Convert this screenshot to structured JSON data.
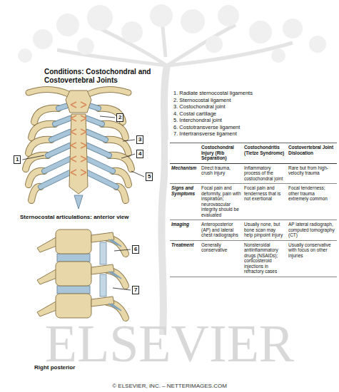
{
  "diagram": {
    "title": "Conditions: Costochondral and Costovertebral Joints",
    "nodes": [
      {
        "text": [
          "2"
        ]
      },
      {
        "text": [
          "3"
        ]
      },
      {
        "text": [
          "4"
        ]
      },
      {
        "text": [
          "1"
        ]
      },
      {
        "text": [
          "5"
        ]
      },
      {
        "text": [
          "6"
        ]
      },
      {
        "text": [
          "7"
        ]
      }
    ],
    "labels": [
      "1. Radiate sternocostal ligaments",
      "2. Sternocostal ligament",
      "3. Costochondral joint",
      "4. Costal cartilage",
      "5. Interchondral joint",
      "6. Costotransverse ligament",
      "7. Intertransverse ligament",
      "Costochondral Injury (Rib Separation)",
      "Costochondritis (Tietze Syndrome)",
      "Costovertebral Joint Dislocation",
      "Mechanism",
      "Direct trauma, crush injury",
      "Inflammatory process of the costochondral joint",
      "Rare but from high-velocity trauma",
      "Signs and Symptoms",
      "Focal pain and deformity, pain with inspiration; neurovascular integrity should be evaluated",
      "Focal pain and tenderness that is not exertional",
      "Focal tenderness; other trauma extremely common",
      "Imaging",
      "Anteroposterior (AP) and lateral chest radiographs",
      "Usually none, but bone scan may help pinpoint injury",
      "AP lateral radiograph, computed tomography (CT)",
      "Treatment",
      "Generally conservative",
      "Nonsteroidal antiinflammatory drugs (NSAIDs); corticosteroid injections in refractory cases",
      "Usually conservative with focus on other injuries",
      "Sternocostal articulations: anterior view",
      "Right posterior",
      "ELSEVIER",
      "© ELSEVIER, INC. – NETTERIMAGES.COM"
    ]
  }
}
